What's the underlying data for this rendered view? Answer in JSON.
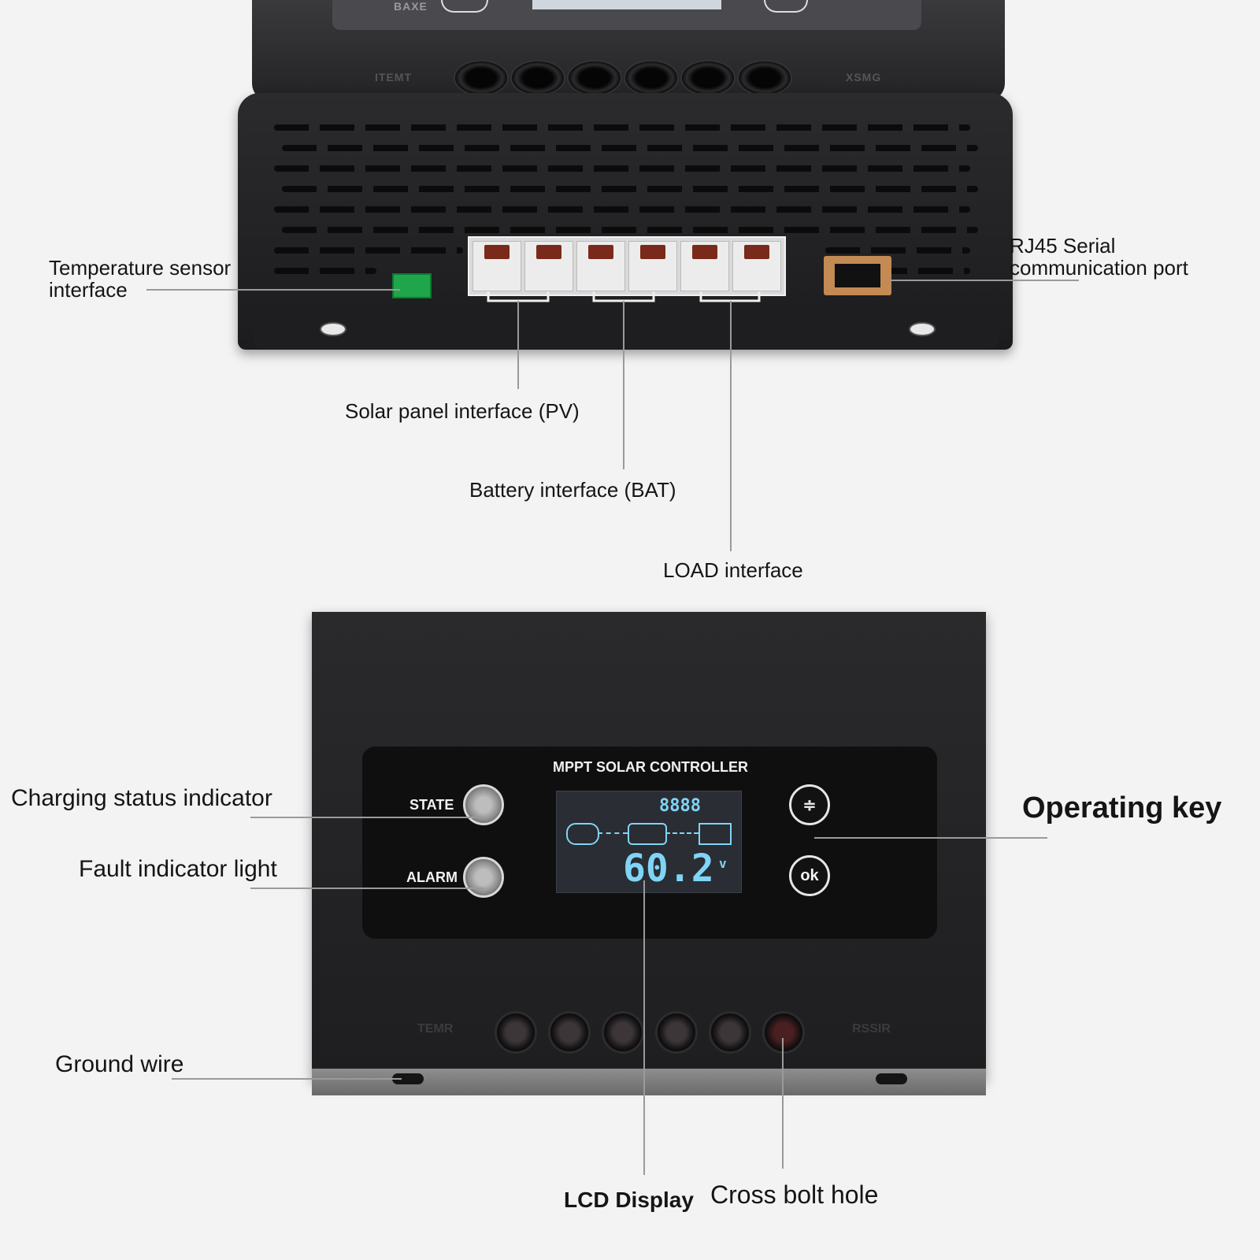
{
  "top_unit": {
    "side_left_text": "ITEMT",
    "side_right_text": "XSMG",
    "cap_text": "BAXE"
  },
  "front_unit": {
    "panel_title": "MPPT SOLAR CONTROLLER",
    "state_label": "STATE",
    "alarm_label": "ALARM",
    "lcd_reading": "60.2",
    "lcd_top_digits": "8888",
    "lcd_unit": "v",
    "key_up_symbol": "≑",
    "key_ok_symbol": "ok",
    "side_left_text": "TEMR",
    "side_right_text": "RSSIR"
  },
  "labels": {
    "temperature_sensor_1": "Temperature sensor",
    "temperature_sensor_2": "interface",
    "solar_panel": "Solar panel interface (PV)",
    "battery": "Battery interface (BAT)",
    "load": "LOAD interface",
    "rj45_1": "RJ45 Serial",
    "rj45_2": "communication port",
    "charging_status": "Charging status indicator",
    "fault": "Fault indicator light",
    "operating_key": "Operating key",
    "ground_wire": "Ground wire",
    "lcd_display": "LCD Display",
    "cross_bolt": "Cross bolt hole"
  },
  "colors": {
    "background": "#f3f3f3",
    "housing": "#1e1e20",
    "lcd_text": "#7fd5f5",
    "temp_connector": "#1fa64a",
    "rj45_port": "#c38a54"
  }
}
